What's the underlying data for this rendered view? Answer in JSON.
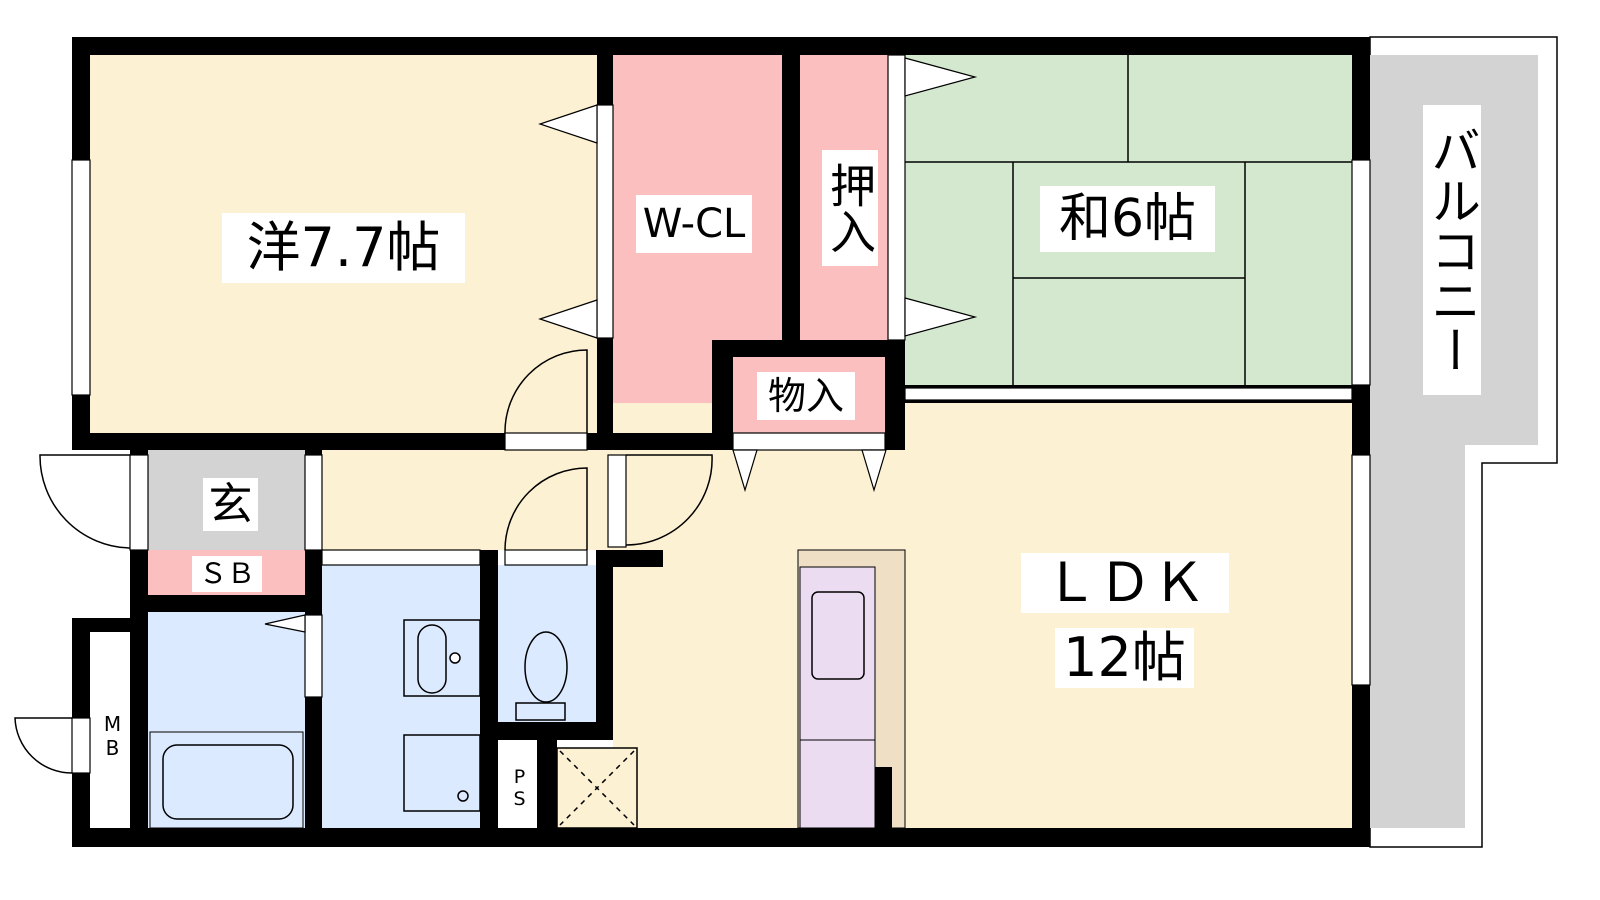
{
  "floor_plan": {
    "rooms": {
      "western_room": "洋7.7帖",
      "walk_in_closet": "W-CL",
      "oshiire": "押入",
      "japanese_room": "和6帖",
      "balcony": "バルコニー",
      "storage": "物入",
      "entrance": "玄",
      "shoe_box": "ＳＢ",
      "ldk_name": "ＬＤＫ",
      "ldk_size": "12帖",
      "meter_box": "MB",
      "pipe_space": "PS"
    },
    "colors": {
      "western": "#fdf1d3",
      "closet": "#fcbfbf",
      "tatami": "#d3e8cf",
      "entrance": "#d3d3d3",
      "wet": "#dbeafe",
      "kitchen_counter": "#eedfc5",
      "kitchen_unit": "#ecdcf2",
      "wall": "#000000"
    }
  }
}
